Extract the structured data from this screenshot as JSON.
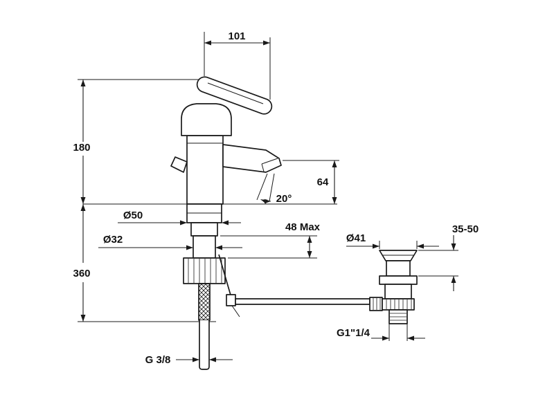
{
  "page": {
    "background": "#ffffff",
    "ink": "#1a1a1a"
  },
  "drawing": {
    "labels": {
      "spout_projection": "101",
      "height_above_deck": "180",
      "aerator_to_deck": "64",
      "spray_angle": "20°",
      "base_diameter": "Ø50",
      "shank_diameter": "Ø32",
      "deck_thickness_max": "48 Max",
      "under_deck_height": "360",
      "waste_deck_thickness": "35-50",
      "waste_flange_diameter": "Ø41",
      "waste_thread": "G1\"1/4",
      "supply_thread": "G 3/8"
    }
  }
}
